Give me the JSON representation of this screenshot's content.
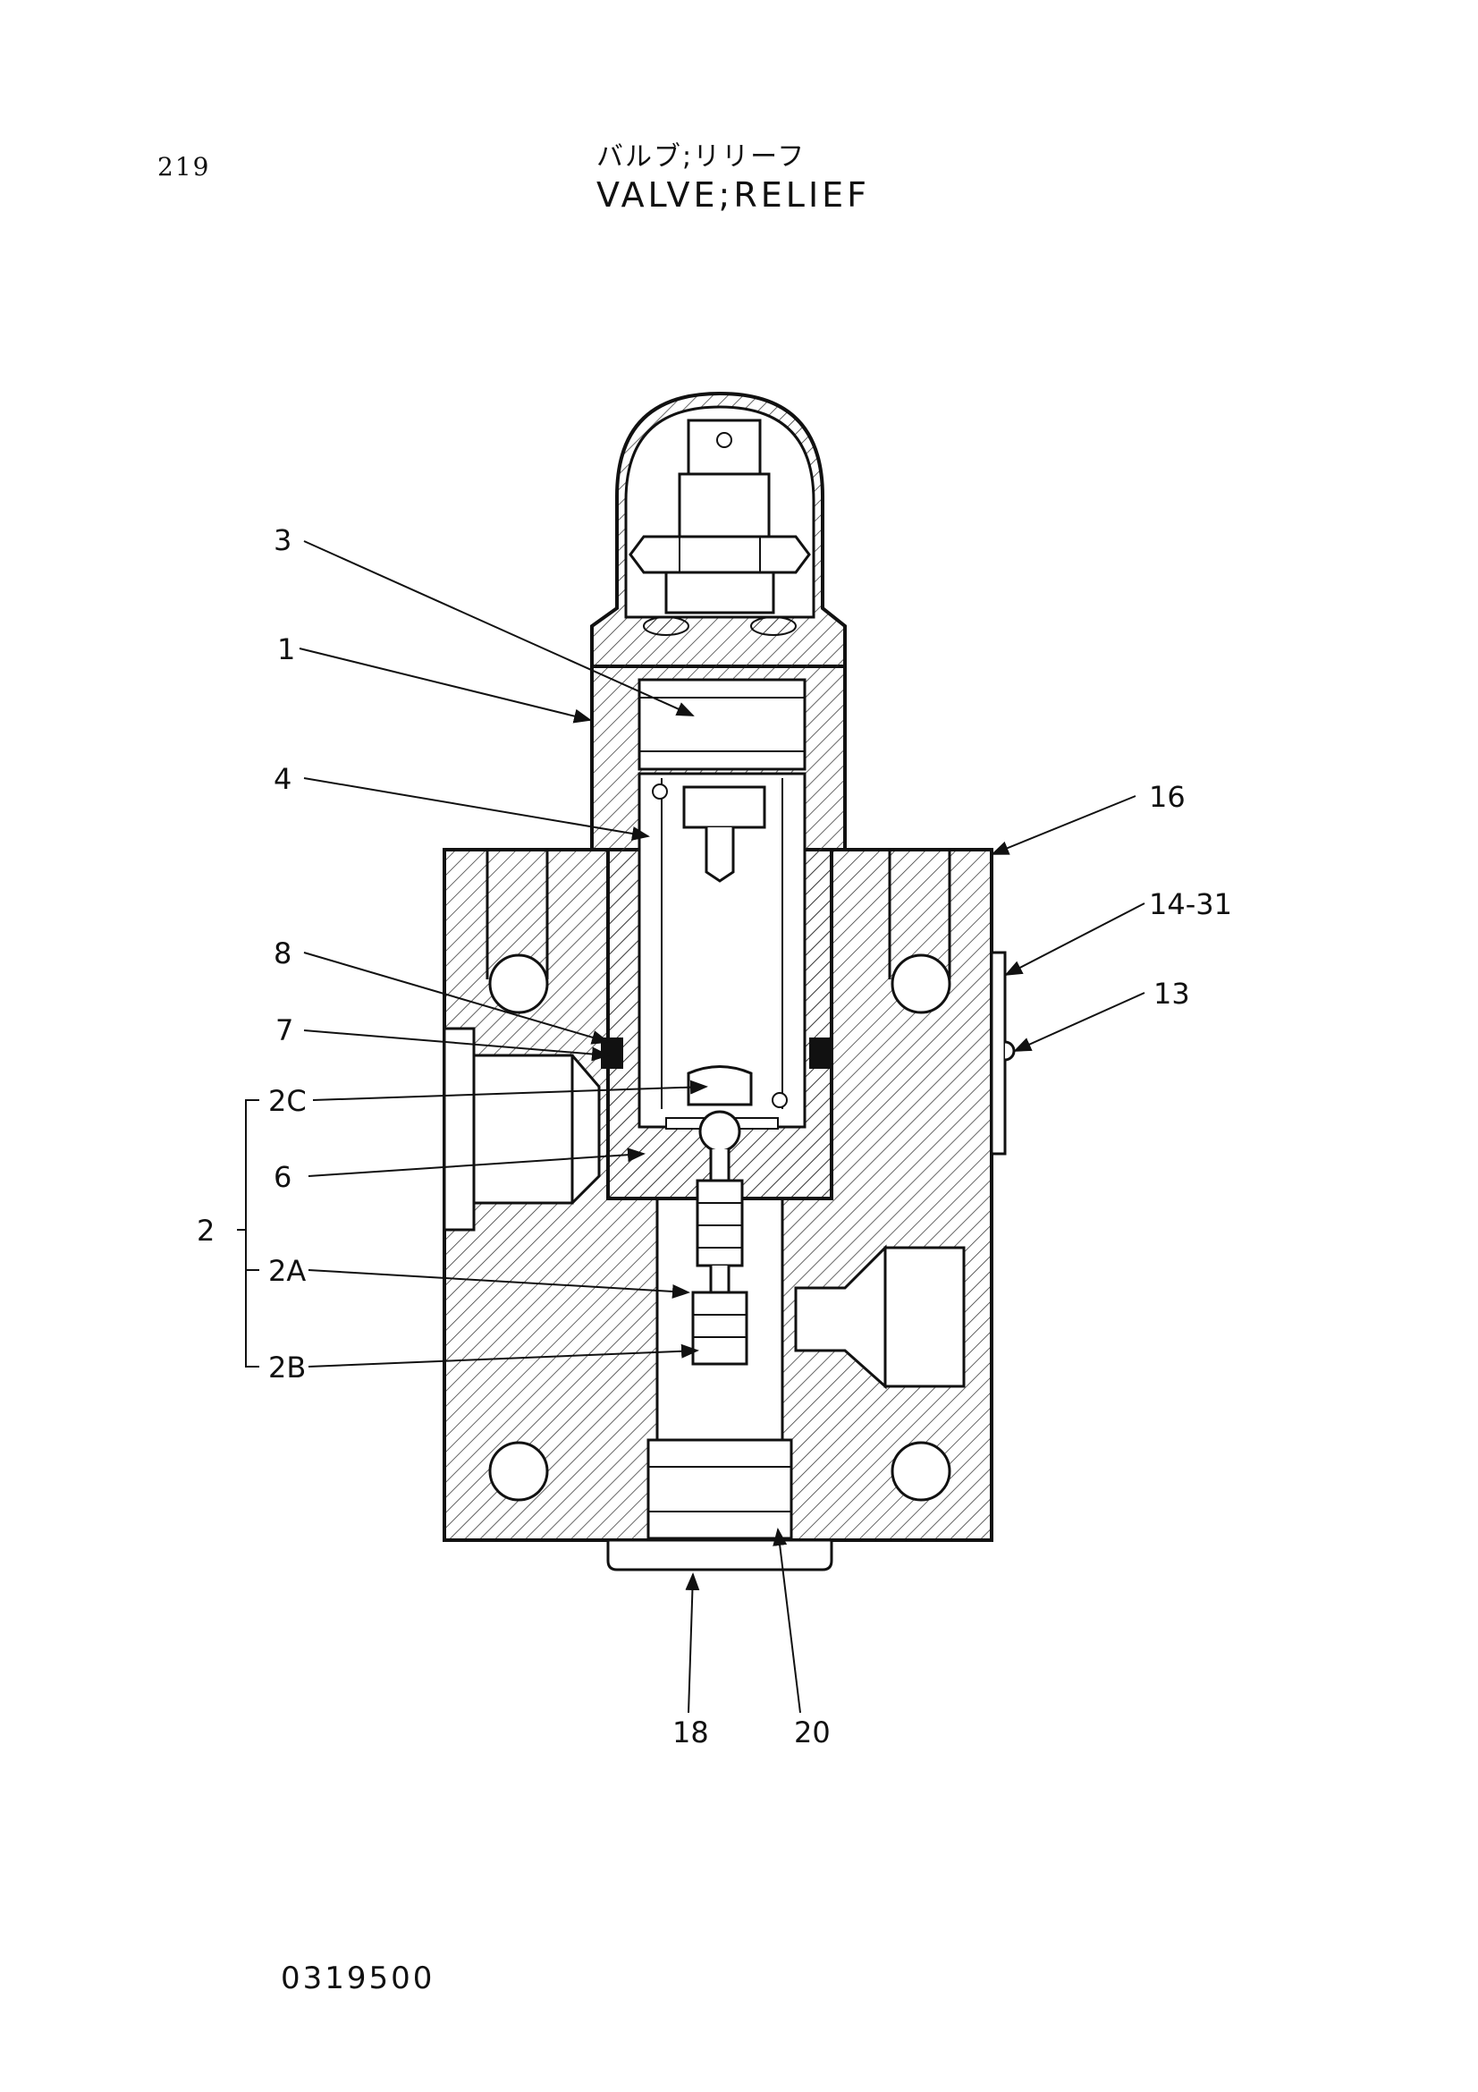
{
  "page_number": "219",
  "title_jp": "バルブ;リリーフ",
  "title_en": "VALVE;RELIEF",
  "doc_code": "0319500",
  "callouts": [
    "3",
    "1",
    "4",
    "16",
    "14-31",
    "8",
    "13",
    "7",
    "2C",
    "6",
    "2",
    "2A",
    "2B",
    "18",
    "20"
  ]
}
